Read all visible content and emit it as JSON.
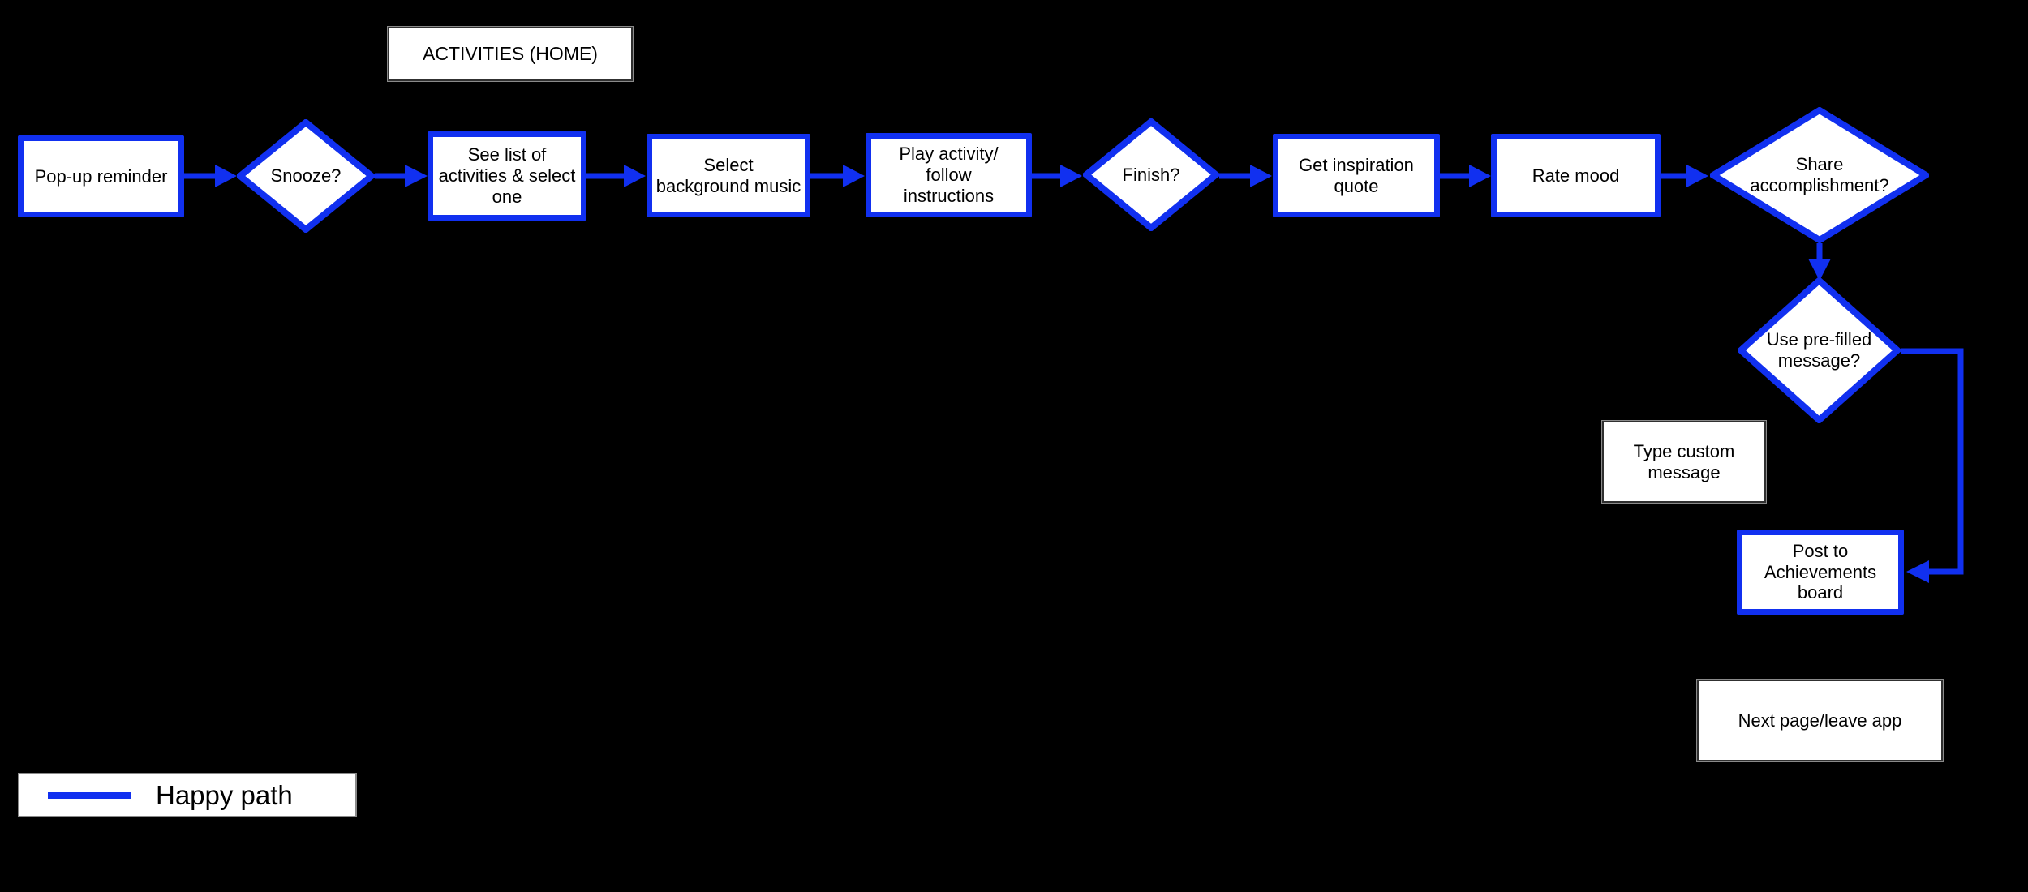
{
  "diagram": {
    "title": "ACTIVITIES (HOME)",
    "nodes": {
      "popup_reminder": {
        "label": "Pop-up reminder",
        "shape": "rectangle"
      },
      "snooze": {
        "label": "Snooze?",
        "shape": "diamond"
      },
      "see_list": {
        "label": "See list of\nactivities & select\none",
        "shape": "rectangle"
      },
      "select_music": {
        "label": "Select\nbackground music",
        "shape": "rectangle"
      },
      "play_activity": {
        "label": "Play activity/\nfollow\ninstructions",
        "shape": "rectangle"
      },
      "finish": {
        "label": "Finish?",
        "shape": "diamond"
      },
      "inspiration_quote": {
        "label": "Get inspiration\nquote",
        "shape": "rectangle"
      },
      "rate_mood": {
        "label": "Rate mood",
        "shape": "rectangle"
      },
      "share_accomplishment": {
        "label": "Share\naccomplishment?",
        "shape": "diamond"
      },
      "use_prefilled": {
        "label": "Use pre-filled\nmessage?",
        "shape": "diamond"
      },
      "type_custom": {
        "label": "Type custom\nmessage",
        "shape": "rectangle"
      },
      "post_achievements": {
        "label": "Post to\nAchievements\nboard",
        "shape": "rectangle"
      },
      "next_page": {
        "label": "Next page/leave app",
        "shape": "rectangle"
      }
    },
    "legend": {
      "label": "Happy path"
    },
    "colors": {
      "happy_path": "#1130f0",
      "node_fill": "#ffffff",
      "text": "#000000",
      "background": "#000000"
    }
  }
}
